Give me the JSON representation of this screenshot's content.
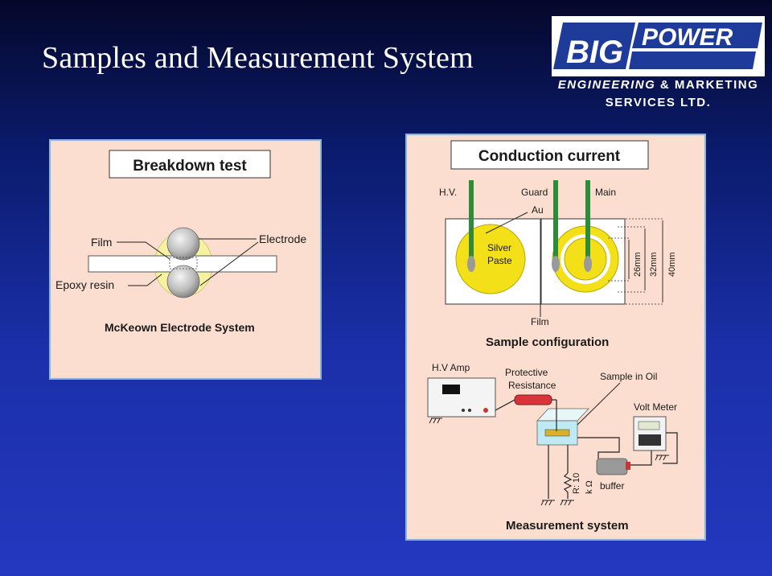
{
  "slide": {
    "title": "Samples and Measurement System"
  },
  "logo": {
    "brand_top": "BIG",
    "brand_right": "POWER",
    "line1_italic": "ENGINEERING",
    "line1_rest": " & MARKETING",
    "line2": "SERVICES LTD."
  },
  "breakdown": {
    "heading": "Breakdown test",
    "label_film": "Film",
    "label_electrode": "Electrode",
    "label_epoxy": "Epoxy resin",
    "caption": "McKeown Electrode System"
  },
  "conduction": {
    "heading": "Conduction current",
    "label_hv": "H.V.",
    "label_guard": "Guard",
    "label_main": "Main",
    "label_au": "Au",
    "label_silver": "Silver",
    "label_paste": "Paste",
    "dim_26": "26mm",
    "dim_32": "32mm",
    "dim_40": "40mm",
    "label_film": "Film",
    "sample_caption": "Sample configuration",
    "label_hv_amp": "H.V Amp",
    "label_protective": "Protective",
    "label_resistance": "Resistance",
    "label_sample_oil": "Sample in Oil",
    "label_volt_meter": "Volt Meter",
    "label_r": "R: 10",
    "label_kohm": "k Ω",
    "label_buffer": "buffer",
    "measure_caption": "Measurement system"
  }
}
